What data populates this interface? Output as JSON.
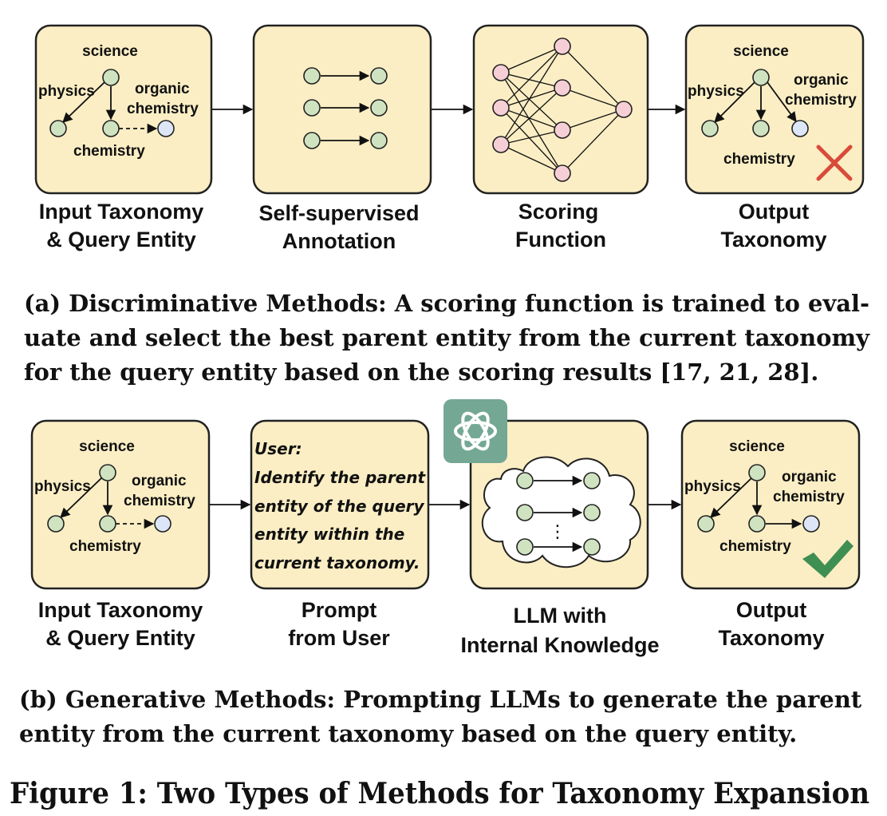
{
  "panel_a": {
    "input": {
      "nodes": {
        "root": "science",
        "left": "physics",
        "middle": "chemistry",
        "right_line1": "organic",
        "right_line2": "chemistry"
      },
      "label_line1": "Input Taxonomy",
      "label_line2": "& Query Entity"
    },
    "annotation": {
      "label_line1": "Self-supervised",
      "label_line2": "Annotation"
    },
    "scoring": {
      "label_line1": "Scoring",
      "label_line2": "Function"
    },
    "output": {
      "nodes": {
        "root": "science",
        "left": "physics",
        "middle": "chemistry",
        "right_line1": "organic",
        "right_line2": "chemistry"
      },
      "label_line1": "Output",
      "label_line2": "Taxonomy",
      "status_icon": "red-cross-icon"
    },
    "caption_lines": [
      "(a) Discriminative Methods: A scoring function is trained to eval-",
      "uate and select the best parent entity from the current taxonomy",
      "for the query entity based on the scoring results [17, 21, 28]."
    ]
  },
  "panel_b": {
    "input": {
      "nodes": {
        "root": "science",
        "left": "physics",
        "middle": "chemistry",
        "right_line1": "organic",
        "right_line2": "chemistry"
      },
      "label_line1": "Input Taxonomy",
      "label_line2": "& Query Entity"
    },
    "prompt": {
      "speaker": "User:",
      "lines": [
        "Identify the parent",
        "entity of the query",
        "entity within the",
        "current taxonomy."
      ],
      "label_line1": "Prompt",
      "label_line2": "from User"
    },
    "llm": {
      "label_line1": "LLM with",
      "label_line2": "Internal Knowledge",
      "logo_icon": "openai-logo-icon",
      "ellipsis": "⋮"
    },
    "output": {
      "nodes": {
        "root": "science",
        "left": "physics",
        "middle": "chemistry",
        "right_line1": "organic",
        "right_line2": "chemistry"
      },
      "label_line1": "Output",
      "label_line2": "Taxonomy",
      "status_icon": "green-check-icon"
    },
    "caption_lines": [
      "(b) Generative Methods: Prompting LLMs to generate the parent",
      "entity from the current taxonomy based on the query entity."
    ]
  },
  "figure_title": "Figure 1: Two Types of Methods for Taxonomy Expansion",
  "colors": {
    "box_fill": "#fbeec4",
    "box_stroke": "#222222",
    "node_green": "#cfe3c1",
    "node_blue": "#dde6f6",
    "node_pink": "#f6cfd6",
    "cross_red": "#d94a3a",
    "check_green": "#3f8f52",
    "logo_bg": "#74a894"
  }
}
